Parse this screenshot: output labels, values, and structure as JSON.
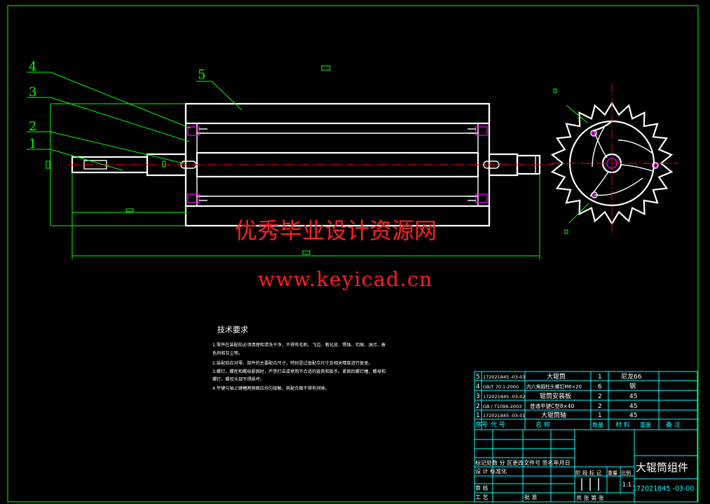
{
  "balloons": [
    "1",
    "2",
    "3",
    "4",
    "5"
  ],
  "watermark": {
    "cn": "优秀毕业设计资源网",
    "url": "www.keyicad.cn"
  },
  "tech": {
    "title": "技术要求",
    "lines": [
      "1.零件在装配前必须清理和清洗干净，不得有毛刺、飞边、氧化皮、锈蚀、切屑、油污、着",
      "色剂和灰尘等。",
      "2.装配前应对零、部件的主要配合尺寸，特别是过盈配合尺寸及相关精度进行复查。",
      "3.螺钉、螺栓和螺母紧固时，严禁打击或使用不合适的旋具和扳手。紧固后螺钉槽、螺母和",
      "螺钉、螺栓头部不得损坏。",
      "4.平键与轴上键槽两侧面应均匀接触，其配合面不得有间隙。"
    ]
  },
  "bom": [
    {
      "no": "5",
      "code": "172021845 -03-03",
      "name": "大辊筒",
      "qty": "1",
      "mat": "尼龙66"
    },
    {
      "no": "4",
      "code": "GB/T 70.1-2000",
      "name": "内六角圆柱头螺钉M6×20",
      "qty": "6",
      "mat": "钢"
    },
    {
      "no": "3",
      "code": "172021845 -03-02",
      "name": "辊筒安装板",
      "qty": "2",
      "mat": "45"
    },
    {
      "no": "2",
      "code": "GB / T1096-2003",
      "name": "普通平键C型8×40",
      "qty": "2",
      "mat": "45"
    },
    {
      "no": "1",
      "code": "172021845 -03-01",
      "name": "大辊筒轴",
      "qty": "1",
      "mat": "45"
    }
  ],
  "bom_header": {
    "no": "序号",
    "code": "代    号",
    "name": "名    称",
    "qty": "数量",
    "mat": "材    料",
    "weight": "重量",
    "remark": "备  注"
  },
  "title_block": {
    "drawing_name": "大辊筒组件",
    "drawing_code": "172021845 -03-00",
    "marks_row": "标记处数 分  区更改文件号 签名年月日",
    "design_row": "设  计 标准化",
    "check": "审 核",
    "process": "工 艺",
    "approve": "批 准",
    "stage_labels": "阶 段 标 记",
    "weight": "重量",
    "scale": "比例",
    "scale_value": "1:1",
    "sheet": "共   张   第   张"
  }
}
